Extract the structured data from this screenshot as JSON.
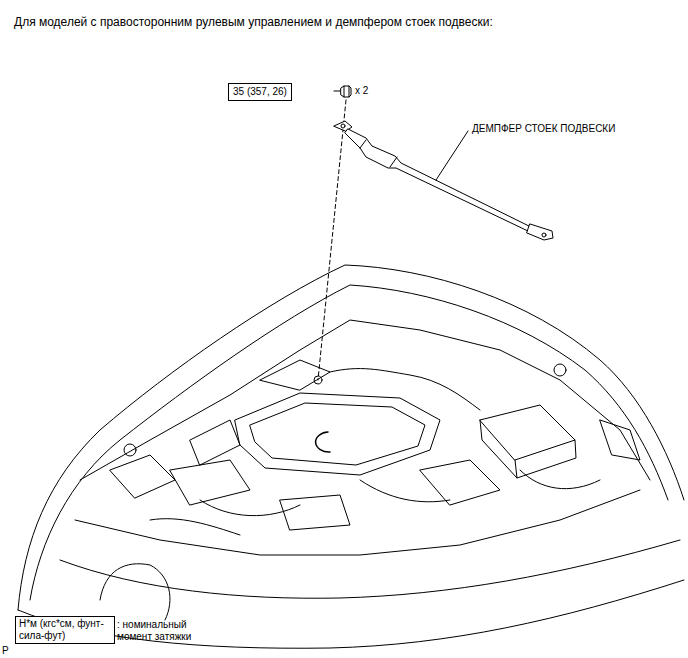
{
  "diagram": {
    "title": "Для моделей с правосторонним рулевым управлением и демпфером стоек подвески:",
    "nodes": [
      {
        "text": [
          "35 (357, 26)"
        ]
      },
      {
        "text": [
          "Н*м (кгс*см, фунт-сила-фут)"
        ]
      }
    ],
    "labels": [
      "x 2",
      "ДЕМПФЕР СТОЕК ПОДВЕСКИ",
      ": номинальный момент затяжки",
      "P"
    ]
  }
}
